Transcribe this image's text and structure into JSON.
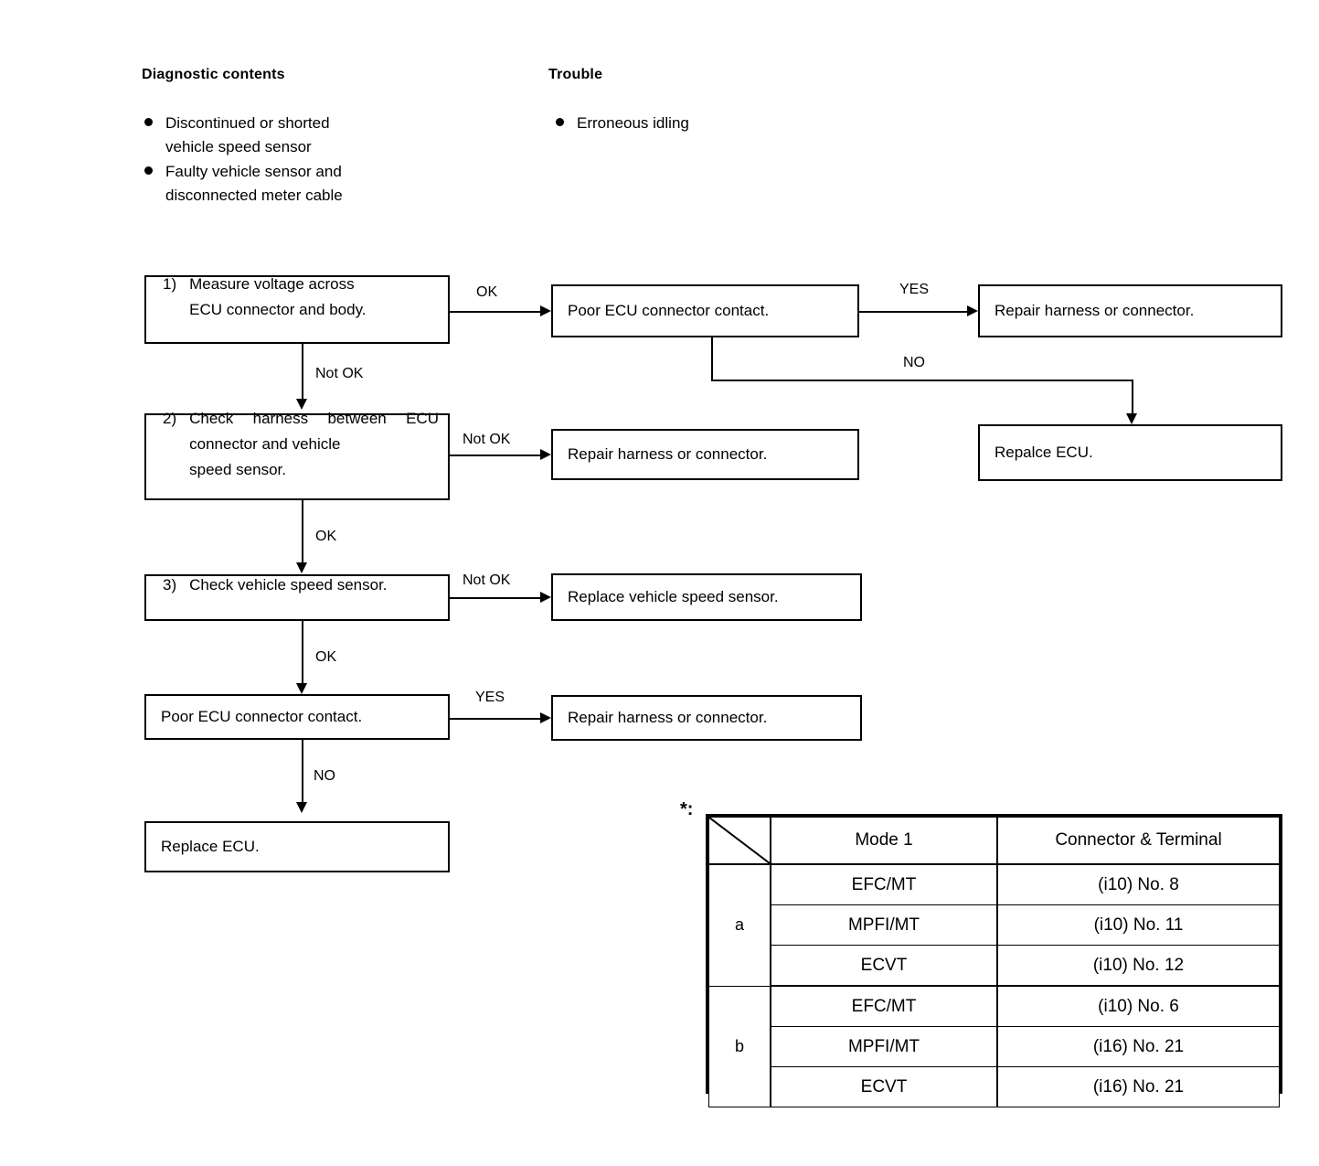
{
  "header": {
    "diagnostic_title": "Diagnostic contents",
    "trouble_title": "Trouble",
    "diagnostic_items": [
      "Discontinued or shorted\nvehicle speed sensor",
      "Faulty vehicle sensor and\ndisconnected meter cable"
    ],
    "trouble_items": [
      "Erroneous idling"
    ]
  },
  "flow": {
    "step1": {
      "number": "1)",
      "line1": "Measure voltage across",
      "line2": "ECU connector and body."
    },
    "step2": {
      "number": "2)",
      "line1": "Check harness between",
      "line2": "ECU connector and vehicle",
      "line3": "speed sensor."
    },
    "step3": {
      "number": "3)",
      "line1": "Check vehicle speed sensor."
    },
    "poor_contact_top": "Poor ECU connector contact.",
    "repair_top": "Repair harness or connector.",
    "replace_ecu_right": "Repalce ECU.",
    "repair_step2": "Repair harness or connector.",
    "replace_sensor": "Replace vehicle speed sensor.",
    "poor_contact_bottom": "Poor ECU connector contact.",
    "repair_bottom": "Repair harness or connector.",
    "replace_ecu_bottom": "Replace ECU."
  },
  "edges": {
    "ok_1": "OK",
    "not_ok_1": "Not OK",
    "yes_top": "YES",
    "no_top": "NO",
    "not_ok_2": "Not OK",
    "ok_2": "OK",
    "not_ok_3": "Not OK",
    "ok_3": "OK",
    "yes_bottom": "YES",
    "no_bottom": "NO"
  },
  "table": {
    "footnote_marker": "*:",
    "headers": [
      "",
      "Mode 1",
      "Connector & Terminal"
    ],
    "groups": [
      {
        "label": "a",
        "rows": [
          {
            "mode": "EFC/MT",
            "terminal": "(i10) No. 8"
          },
          {
            "mode": "MPFI/MT",
            "terminal": "(i10) No. 11"
          },
          {
            "mode": "ECVT",
            "terminal": "(i10) No. 12"
          }
        ]
      },
      {
        "label": "b",
        "rows": [
          {
            "mode": "EFC/MT",
            "terminal": "(i10) No. 6"
          },
          {
            "mode": "MPFI/MT",
            "terminal": "(i16) No. 21"
          },
          {
            "mode": "ECVT",
            "terminal": "(i16) No. 21"
          }
        ]
      }
    ]
  },
  "colors": {
    "ink": "#000000",
    "paper": "#ffffff"
  }
}
